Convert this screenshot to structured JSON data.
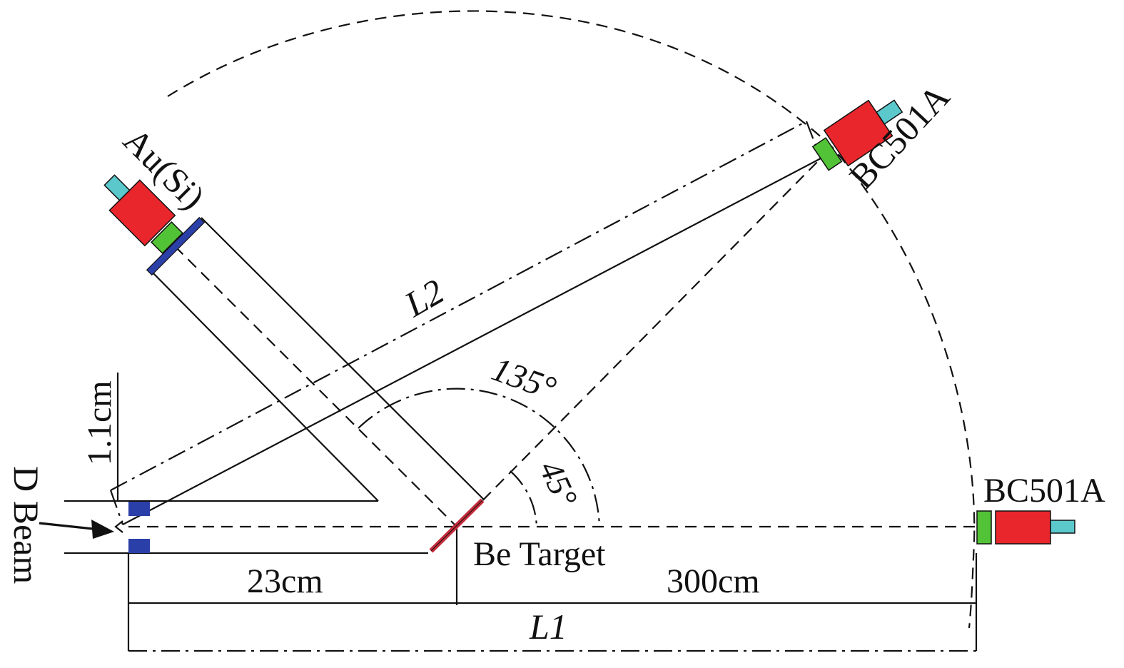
{
  "labels": {
    "au_si": "Au(Si)",
    "bc501a_top": "BC501A",
    "bc501a_right": "BC501A",
    "l2": "L2",
    "l1": "L1",
    "angle_135": "135°",
    "angle_45": "45°",
    "width_1_1cm": "1.1cm",
    "d_beam": "D Beam",
    "be_target": "Be Target",
    "dist_23cm": "23cm",
    "dist_300cm": "300cm"
  },
  "colors": {
    "pmt": "#e8262c",
    "scintillator": "#52c236",
    "connector": "#5bc8cc",
    "collimator": "#2b3fa8",
    "target": "#c42b3a",
    "line": "#111111"
  }
}
